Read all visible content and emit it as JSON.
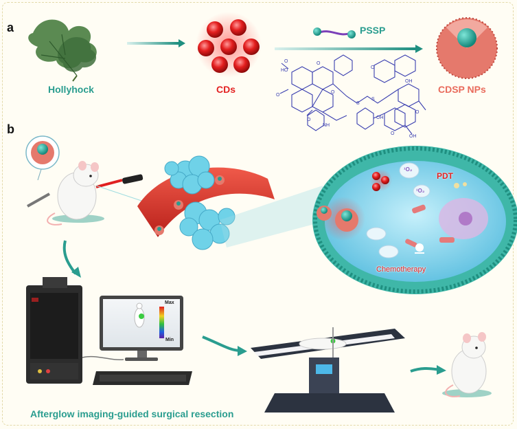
{
  "panel_a": {
    "letter": "a",
    "hollyhock": "Hollyhock",
    "cds": "CDs",
    "pssp": "PSSP",
    "nps": "CDSP NPs",
    "molecule_atoms": [
      "O",
      "O",
      "O",
      "O",
      "O",
      "O",
      "OH",
      "NH",
      "OH",
      "S",
      "S",
      "O",
      "OH",
      "HO",
      "O"
    ]
  },
  "panel_b": {
    "letter": "b",
    "pdt": "PDT",
    "o2_left": "¹O₂",
    "o2_right": "¹O₂",
    "chemotherapy": "Chemotherapy",
    "monitor_max": "Max",
    "monitor_min": "Min",
    "caption": "Afterglow imaging-guided surgical resection"
  },
  "colors": {
    "teal": "#2a9d8f",
    "red": "#e32222",
    "salmon": "#e96b5c",
    "navy": "#3a3fb0"
  }
}
